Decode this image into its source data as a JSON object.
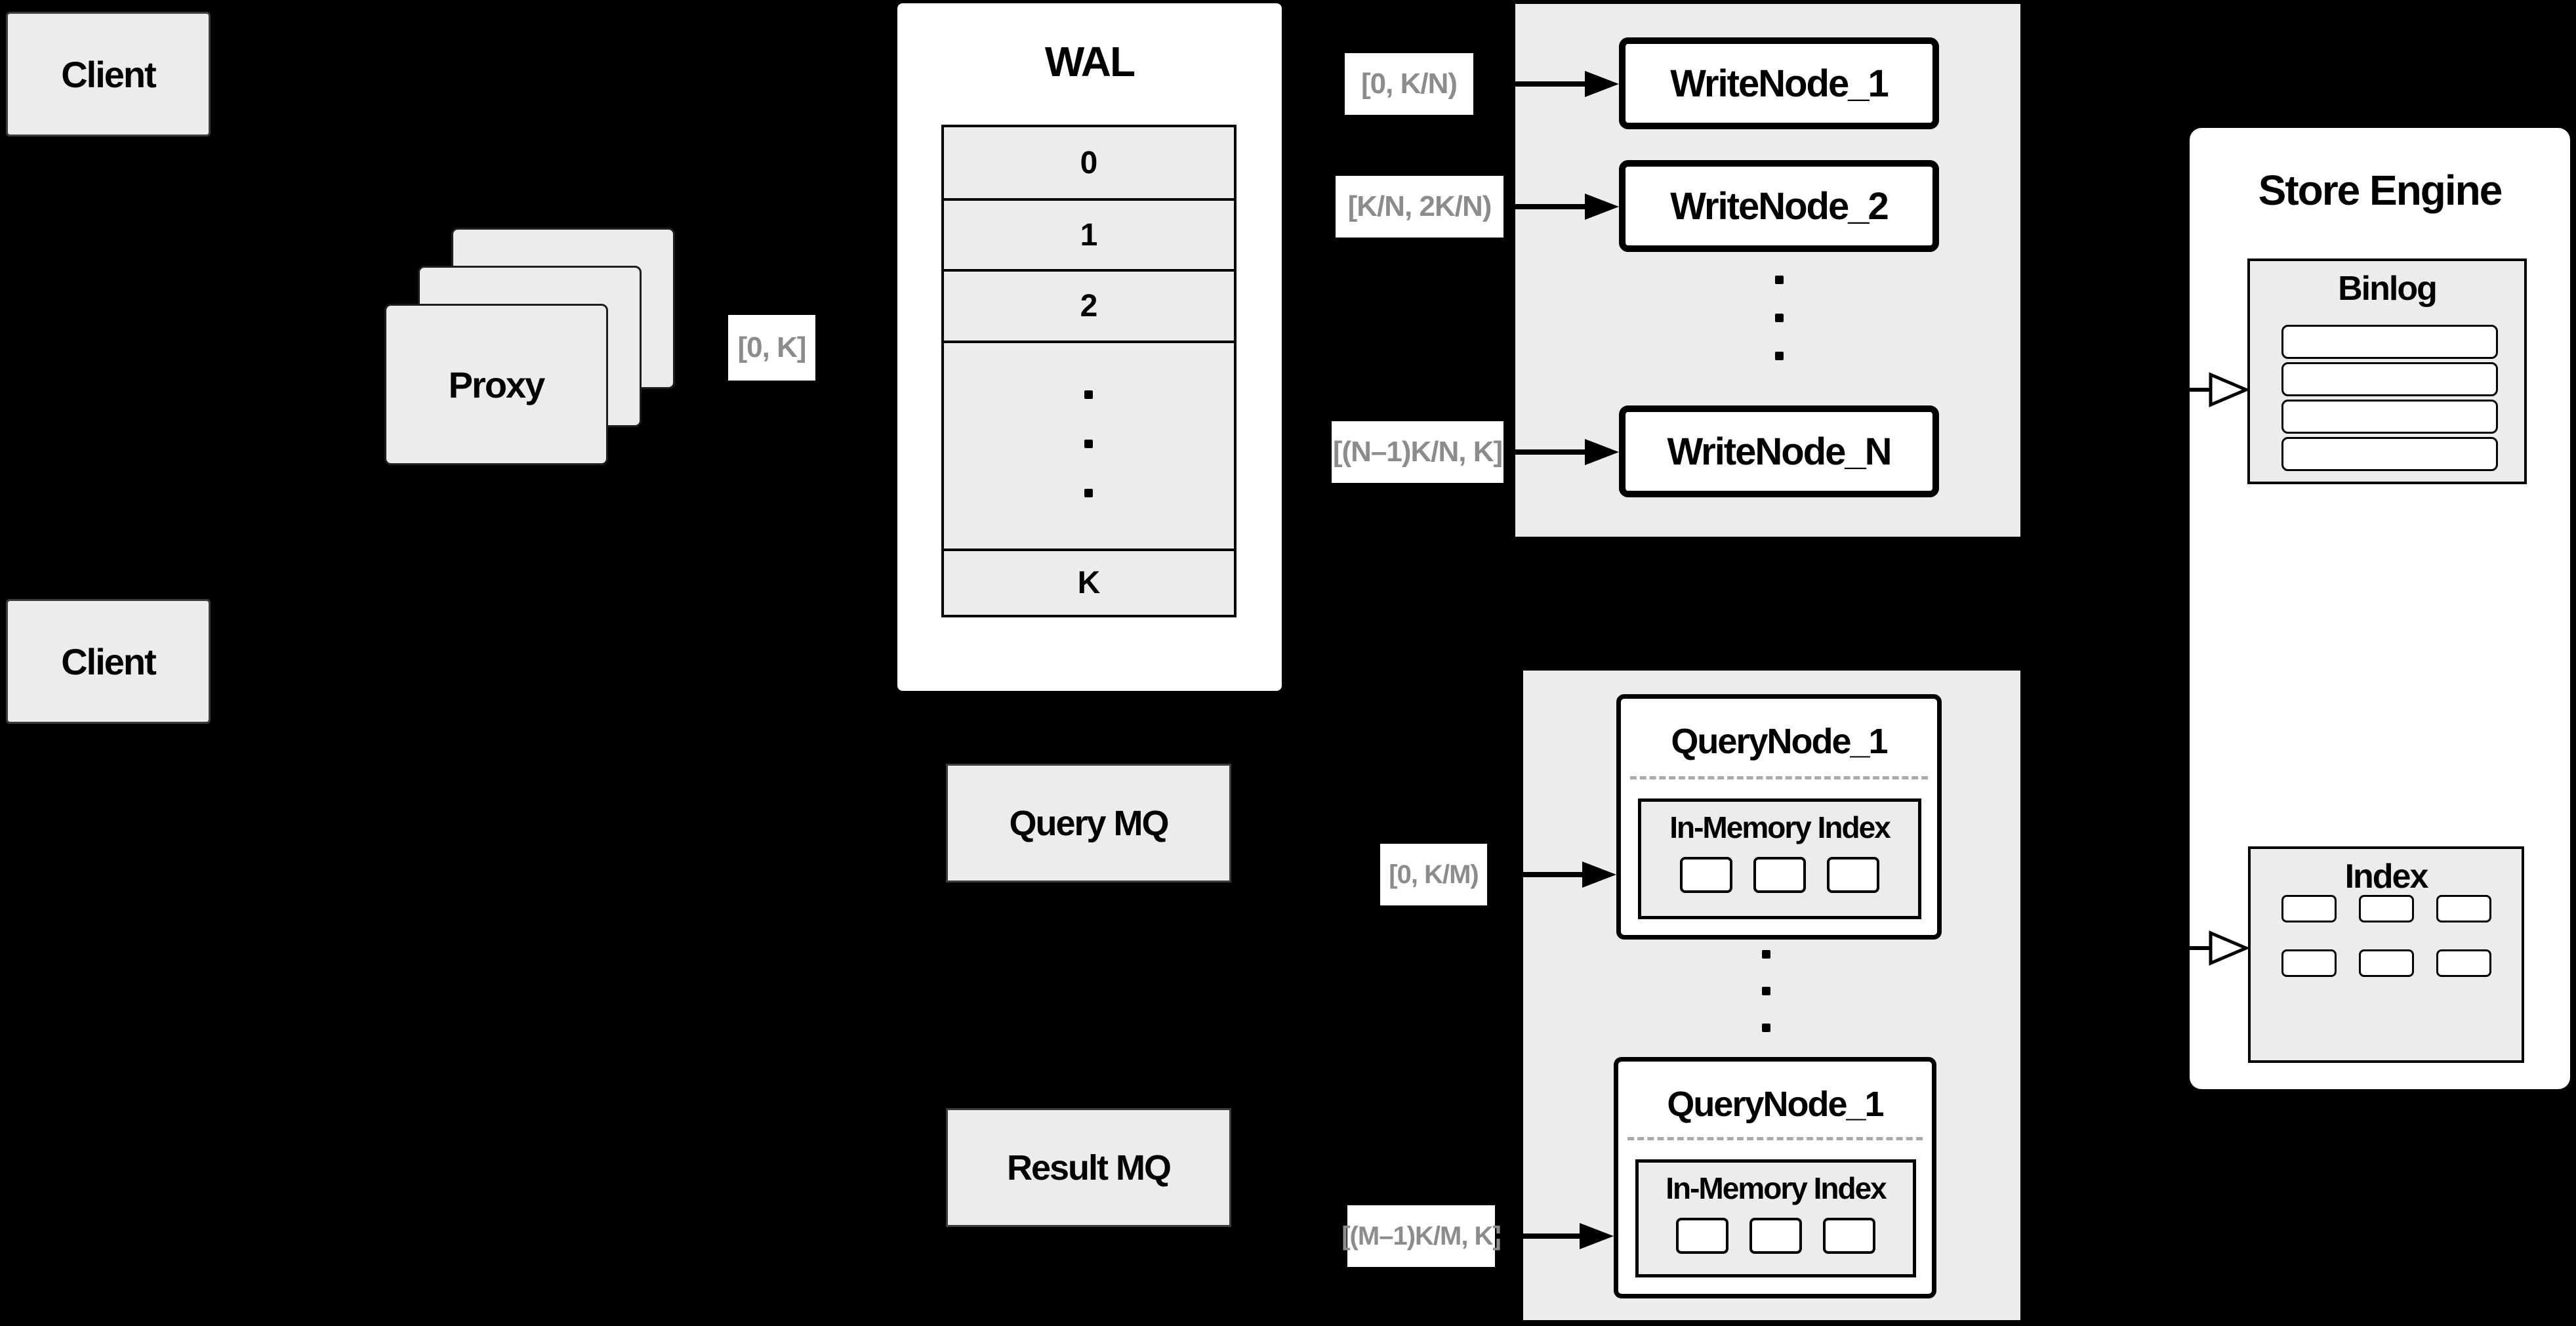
{
  "diagram": {
    "clients": {
      "top": "Client",
      "bottom": "Client"
    },
    "proxy": {
      "label": "Proxy"
    },
    "wal": {
      "title": "WAL",
      "rows": [
        "0",
        "1",
        "2",
        "K"
      ]
    },
    "mq": {
      "query": "Query MQ",
      "result": "Result MQ"
    },
    "write_nodes": {
      "n1": "WriteNode_1",
      "n2": "WriteNode_2",
      "nN": "WriteNode_N"
    },
    "query_nodes": {
      "top": {
        "title": "QueryNode_1",
        "inner_title": "In-Memory Index"
      },
      "bottom": {
        "title": "QueryNode_1",
        "inner_title": "In-Memory Index"
      }
    },
    "store": {
      "title": "Store Engine",
      "binlog_title": "Binlog",
      "index_title": "Index"
    },
    "range_labels": {
      "proxy_out": "[0, K]",
      "write_1": "[0,  K/N)",
      "write_2": "[K/N, 2K/N)",
      "write_n": "[(N–1)K/N,  K]",
      "query_first": "[0, K/M)",
      "query_last": "[(M–1)K/M, K]"
    },
    "colors": {
      "background": "#000000",
      "panel": "#ececec",
      "node": "#ffffff",
      "label_text": "#8c8c8c",
      "border": "#000000"
    }
  }
}
